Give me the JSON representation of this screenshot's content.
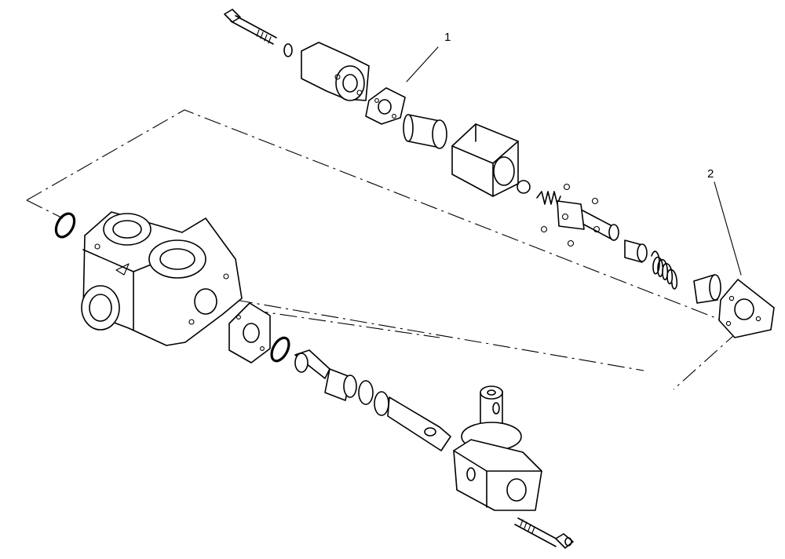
{
  "callouts": [
    {
      "id": "callout-1",
      "text": "1"
    },
    {
      "id": "callout-2",
      "text": "2"
    }
  ]
}
